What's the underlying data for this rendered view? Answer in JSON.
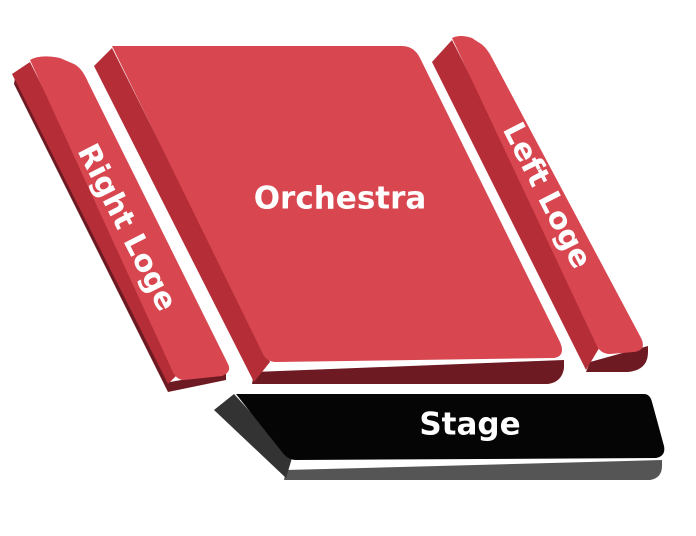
{
  "venue_map": {
    "sections": {
      "orchestra": {
        "label": "Orchestra"
      },
      "right_loge": {
        "label": "Right Loge"
      },
      "left_loge": {
        "label": "Left Loge"
      },
      "stage": {
        "label": "Stage"
      }
    }
  },
  "colors": {
    "section_top": "#d84650",
    "section_side_dark": "#b42d37",
    "section_bottom_edge": "#6e1a22",
    "stage_top": "#050505",
    "stage_side": "#333333",
    "stage_bottom_edge": "#555555",
    "label_text": "#ffffff"
  }
}
